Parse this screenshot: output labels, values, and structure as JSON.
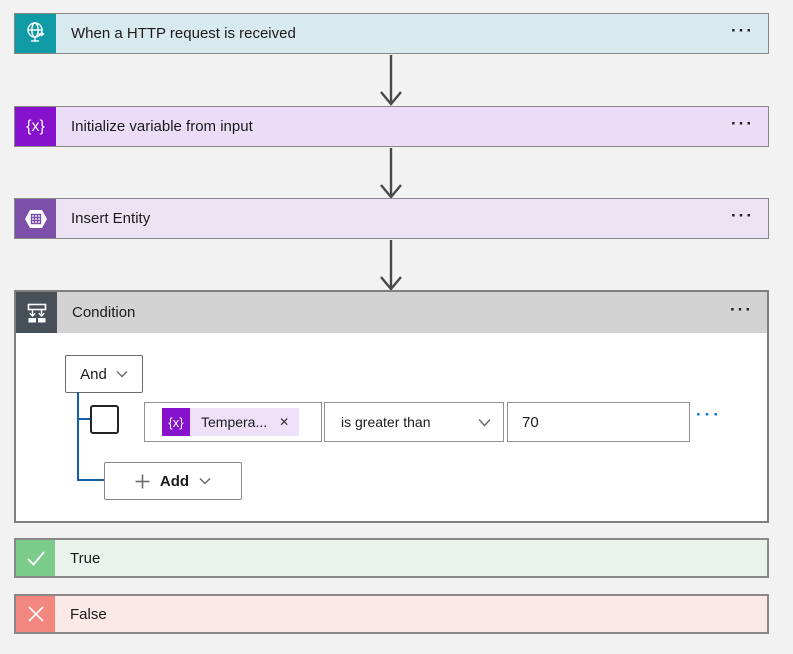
{
  "page": {
    "background": "#F2F2F2"
  },
  "flow": {
    "trigger": {
      "title": "When a HTTP request is received",
      "icon": "globe-http-icon",
      "icon_color": "#0F9AA6",
      "header_bg": "#D8EAEE",
      "more_label": "···"
    },
    "actions": [
      {
        "title": "Initialize variable from input",
        "icon": "variable-icon",
        "icon_glyph": "{x}",
        "icon_color": "#8712CD",
        "header_bg": "#EBDDF7",
        "more_label": "···"
      },
      {
        "title": "Insert Entity",
        "icon": "table-entity-icon",
        "icon_color": "#7C4FA9",
        "header_bg": "#EBE3F2",
        "more_label": "···"
      }
    ],
    "condition": {
      "title": "Condition",
      "icon": "condition-branch-icon",
      "icon_color": "#474F59",
      "header_bg": "#D3D3D3",
      "more_label": "···",
      "join_operator": "And",
      "row": {
        "token_label": "Tempera...",
        "token_icon_glyph": "{x}",
        "token_close_glyph": "✕",
        "operator": "is greater than",
        "value": "70",
        "row_more_label": "···"
      },
      "add_label": "Add"
    },
    "branches": {
      "true_branch": {
        "label": "True",
        "icon": "checkmark-icon",
        "icon_color": "#7BCB8B",
        "header_bg": "#E9F3EB"
      },
      "false_branch": {
        "label": "False",
        "icon": "x-mark-icon",
        "icon_color": "#F1877E",
        "header_bg": "#FBE9E8"
      }
    }
  },
  "colors": {
    "card_border": "#8A8886",
    "tree_line": "#1160A8",
    "link_blue": "#0078D4",
    "arrow": "#4A4A4A"
  }
}
